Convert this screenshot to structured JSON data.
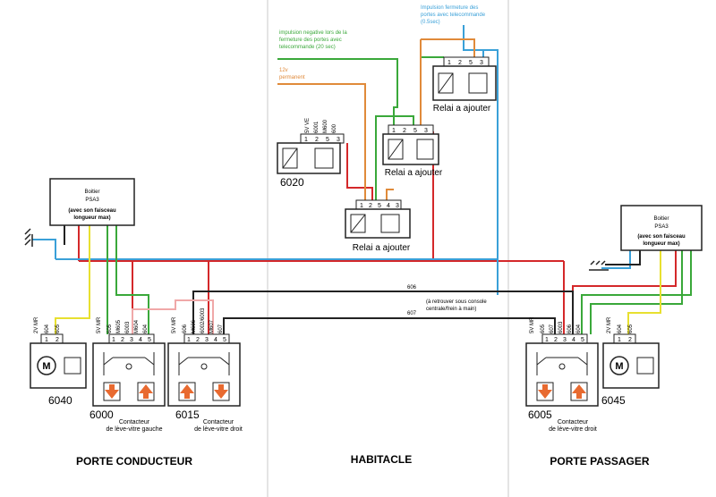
{
  "sections": {
    "left": "PORTE CONDUCTEUR",
    "middle": "HABITACLE",
    "right": "PORTE PASSAGER"
  },
  "colors": {
    "red": "#d4282a",
    "blue": "#3aa0d8",
    "green": "#3aa83a",
    "yellow": "#e8e030",
    "orange": "#e08a3a",
    "black": "#222222",
    "pink": "#f0a8a8",
    "button_orange": "#e86a30"
  },
  "boitier_left": {
    "title": "Boitier",
    "model": "PSA3",
    "note_line1": "(avec son faisceau",
    "note_line2": "longueur max)"
  },
  "boitier_right": {
    "title": "Boitier",
    "model": "PSA3",
    "note_line1": "(avec son faisceau",
    "note_line2": "longueur max)"
  },
  "annotations": {
    "impulsion_neg_1": "impulsion negative lors de la",
    "impulsion_neg_2": "fermeture des portes avec",
    "impulsion_neg_3": "telecommande (20 sec)",
    "impulsion_ferm_1": "Impulsion fermeture des",
    "impulsion_ferm_2": "portes avec telecommande",
    "impulsion_ferm_3": "(0.5sec)",
    "v12_1": "12v",
    "v12_2": "permanent",
    "console_1": "(à retrouver sous console",
    "console_2": "centrale/frein à main)",
    "wire_606": "606",
    "wire_607": "607"
  },
  "relays": {
    "r1": "Relai a ajouter",
    "r2": "Relai a ajouter",
    "r3": "Relai a ajouter",
    "pins": [
      "1",
      "2",
      "5",
      "3"
    ],
    "pins_bottom": [
      "1",
      "2",
      "5",
      "4",
      "3"
    ]
  },
  "connectors": {
    "c6020": {
      "id": "6020",
      "header": "5V VE",
      "labels": [
        "6001",
        "M600",
        "600"
      ],
      "pins": [
        "1",
        "2",
        "5",
        "3"
      ]
    },
    "c6040": {
      "id": "6040",
      "header": "2V MR",
      "labels": [
        "604",
        "605"
      ],
      "pins": [
        "1",
        "2"
      ]
    },
    "c6000": {
      "id": "6000",
      "header": "5V MR",
      "labels": [
        "605",
        "M605",
        "6003",
        "M604",
        "604"
      ],
      "pins": [
        "1",
        "2",
        "3",
        "4",
        "5"
      ],
      "desc_1": "Contacteur",
      "desc_2": "de lève-vitre gauche"
    },
    "c6015": {
      "id": "6015",
      "header": "5V MR",
      "labels": [
        "606",
        "M606",
        "6002/6003",
        "M607",
        "607"
      ],
      "pins": [
        "1",
        "2",
        "3",
        "4",
        "5"
      ],
      "desc_1": "Contacteur",
      "desc_2": "de lève-vitre droit"
    },
    "c6005": {
      "id": "6005",
      "header": "5V MR",
      "labels": [
        "605",
        "607",
        "6003",
        "606",
        "604"
      ],
      "pins": [
        "1",
        "2",
        "3",
        "4",
        "5"
      ],
      "desc_1": "Contacteur",
      "desc_2": "de lève-vitre droit"
    },
    "c6045": {
      "id": "6045",
      "header": "2V MR",
      "labels": [
        "604",
        "605"
      ],
      "pins": [
        "1",
        "2"
      ]
    }
  }
}
